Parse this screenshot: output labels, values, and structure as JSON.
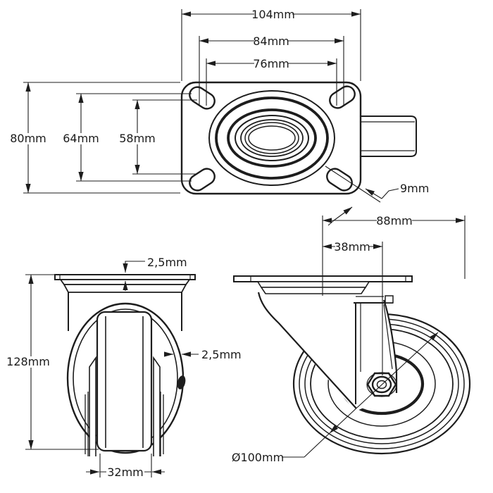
{
  "drawing": {
    "background": "#ffffff",
    "line_color": "#1d1d1d",
    "dims": {
      "top": {
        "overall_width": "104mm",
        "bolt_spacing_outer": "84mm",
        "bolt_spacing_inner": "76mm",
        "overall_depth": "80mm",
        "bolt_depth_outer": "64mm",
        "bolt_depth_inner": "58mm",
        "slot_width": "9mm"
      },
      "front": {
        "overall_height": "128mm",
        "plate_thickness": "2,5mm",
        "fork_thickness": "2,5mm",
        "wheel_width": "32mm"
      },
      "side": {
        "overall_length": "88mm",
        "swivel_offset": "38mm",
        "wheel_diameter": "Ø100mm"
      }
    }
  }
}
